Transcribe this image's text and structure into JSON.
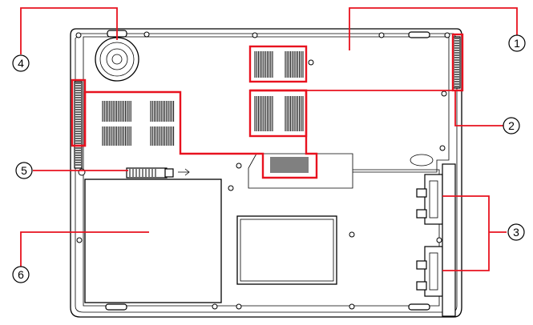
{
  "diagram": {
    "callouts": [
      {
        "id": "1",
        "label": "1"
      },
      {
        "id": "2",
        "label": "2"
      },
      {
        "id": "3",
        "label": "3"
      },
      {
        "id": "4",
        "label": "4"
      },
      {
        "id": "5",
        "label": "5"
      },
      {
        "id": "6",
        "label": "6"
      }
    ],
    "colors": {
      "highlight": "#e8121f",
      "line": "#000000",
      "background": "#ffffff"
    }
  }
}
